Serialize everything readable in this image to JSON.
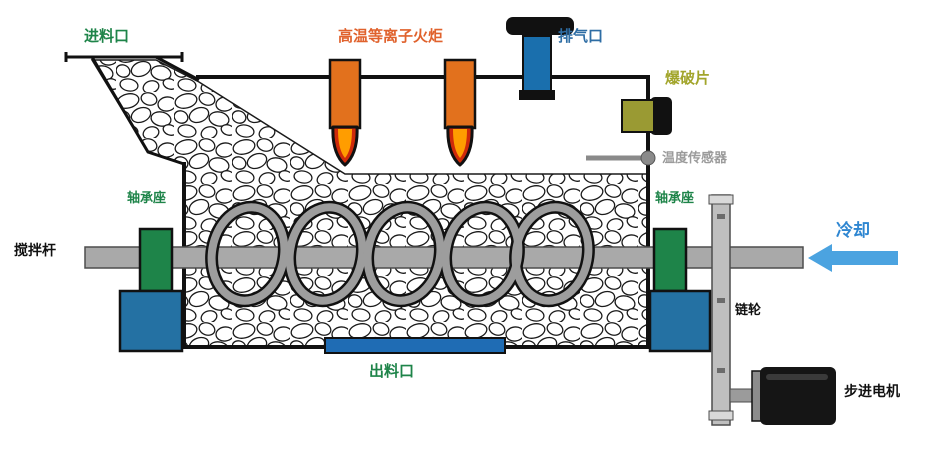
{
  "labels": {
    "feed_inlet": "进料口",
    "plasma_torch": "高温等离子火炬",
    "exhaust_port": "排气口",
    "rupture_disc": "爆破片",
    "temperature_sensor": "温度传感器",
    "bearing_seat": "轴承座",
    "stirring_rod": "搅拌杆",
    "cooling": "冷却",
    "sprocket": "链轮",
    "stepper_motor": "步进电机",
    "discharge_outlet": "出料口"
  },
  "colors": {
    "label_green": "#1e8449",
    "label_orange": "#e0622d",
    "label_blue": "#2e6da4",
    "label_olive": "#a2a52b",
    "label_gray": "#9b9b9b",
    "cooling_blue": "#2e86d1",
    "torch_body_orange": "#e2711d",
    "flame_red": "#cf2a0a",
    "flame_core_orange": "#ff9d00",
    "exhaust_pipe_blue": "#1a6fad",
    "rupture_disc_olive": "#9a9a33",
    "bearing_green": "#1e8449",
    "base_blue": "#2471a3",
    "discharge_blue": "#1f6cb4",
    "shaft_gray": "#a9a9a9",
    "sprocket_gray": "#bfbfbf",
    "motor_black": "#151515",
    "arrow_blue": "#4ba3e0"
  }
}
